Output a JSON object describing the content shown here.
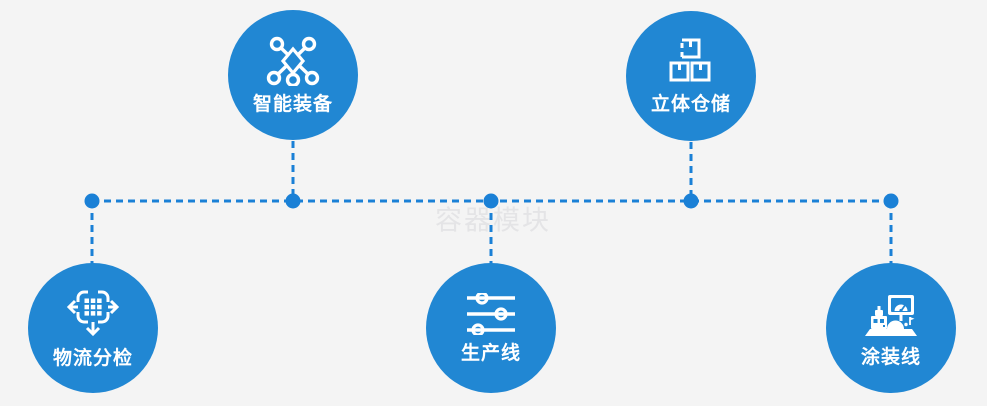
{
  "watermark_text": "容器模块",
  "colors": {
    "background": "#f4f4f4",
    "circle_fill": "#2187d3",
    "connector": "#1a80d6",
    "label_text": "#ffffff",
    "icon_stroke": "#ffffff",
    "watermark": "#e4e4e6"
  },
  "nodes": [
    {
      "label": "智能装备",
      "icon": "network-nodes-icon"
    },
    {
      "label": "立体仓储",
      "icon": "stacked-boxes-icon"
    },
    {
      "label": "物流分检",
      "icon": "distribute-arrows-icon"
    },
    {
      "label": "生产线",
      "icon": "sliders-icon"
    },
    {
      "label": "涂装线",
      "icon": "control-station-icon"
    }
  ]
}
